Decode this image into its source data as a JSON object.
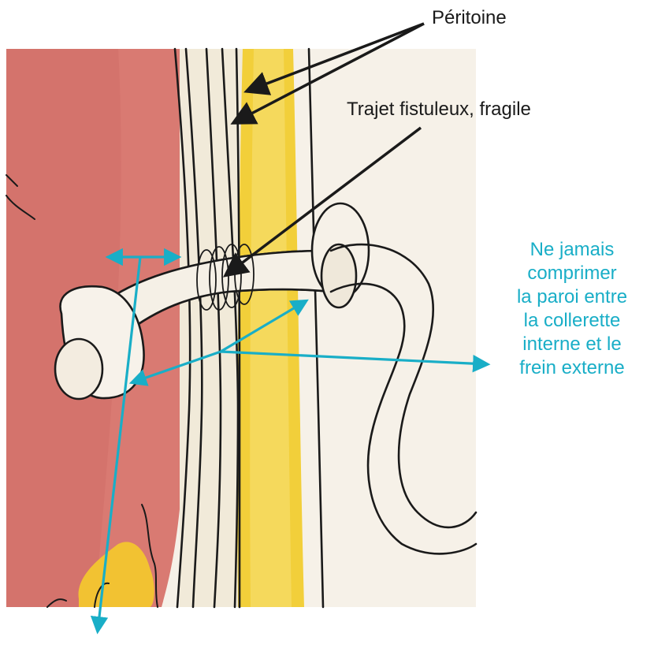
{
  "labels": {
    "peritoine": "Péritoine",
    "trajet": "Trajet fistuleux, fragile",
    "warning": [
      "Ne jamais",
      "comprimer",
      "la paroi entre",
      "la collerette",
      "interne et le",
      "frein externe"
    ]
  },
  "colors": {
    "stomach_red": "#d97a72",
    "fat_yellow": "#f2cf3a",
    "paper": "#f6f1e8",
    "ink": "#1a1a1a",
    "accent_teal": "#19aec7"
  },
  "icons": [
    "tube-icon",
    "internal-bumper-icon",
    "external-bolster-icon",
    "arrow-icon"
  ]
}
